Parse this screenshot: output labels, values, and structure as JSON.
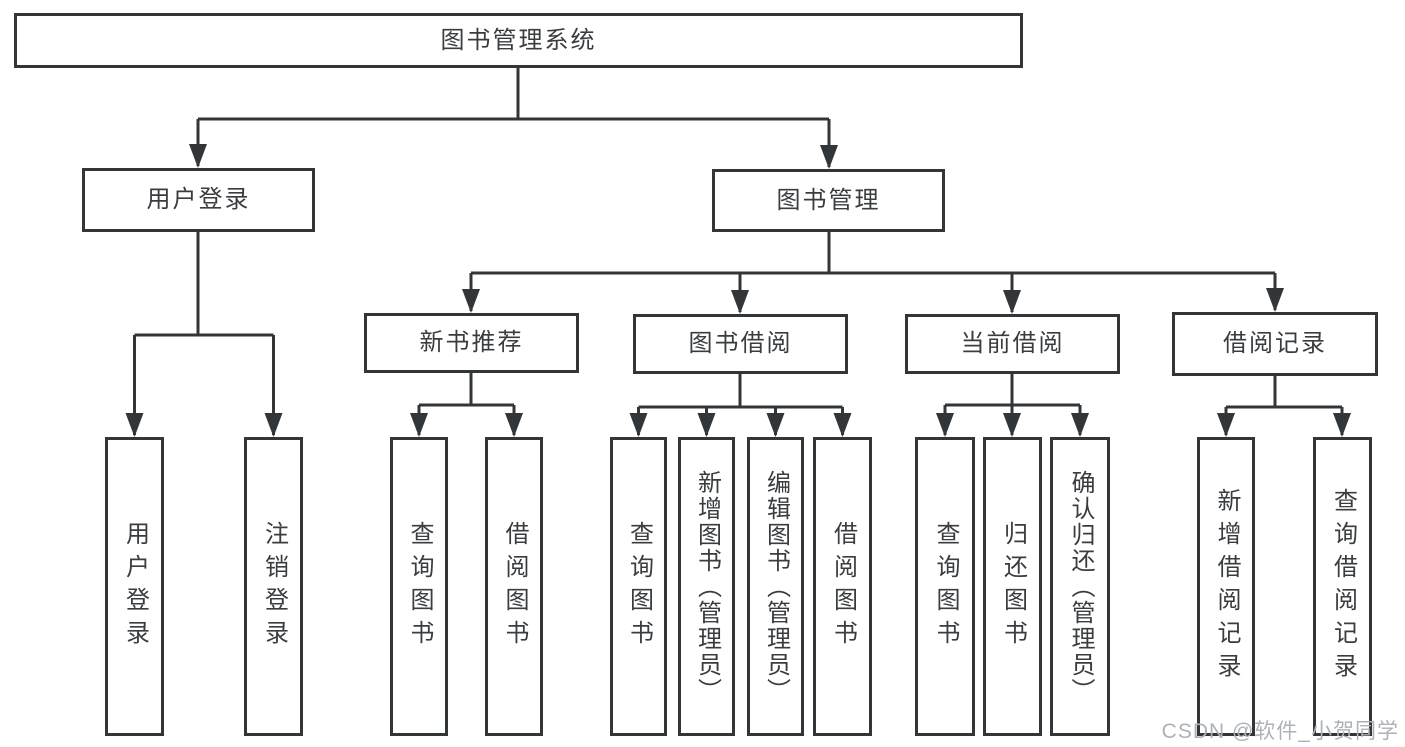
{
  "diagram_title": "图书管理系统",
  "watermark": "CSDN @软件_小贺同学",
  "colors": {
    "line": "#333639",
    "node_border": "#333639",
    "node_fill": "#ffffff",
    "node_text": "#3a3d40",
    "watermark_color": "#aeb2b6",
    "background": "#ffffff"
  },
  "tree": {
    "label": "图书管理系统",
    "children": [
      {
        "label": "用户登录",
        "children": [
          {
            "label": "用户登录"
          },
          {
            "label": "注销登录"
          }
        ]
      },
      {
        "label": "图书管理",
        "children": [
          {
            "label": "新书推荐",
            "children": [
              {
                "label": "查询图书"
              },
              {
                "label": "借阅图书"
              }
            ]
          },
          {
            "label": "图书借阅",
            "children": [
              {
                "label": "查询图书"
              },
              {
                "label": "新增图书（管理员）"
              },
              {
                "label": "编辑图书（管理员）"
              },
              {
                "label": "借阅图书"
              }
            ]
          },
          {
            "label": "当前借阅",
            "children": [
              {
                "label": "查询图书"
              },
              {
                "label": "归还图书"
              },
              {
                "label": "确认归还（管理员）"
              }
            ]
          },
          {
            "label": "借阅记录",
            "children": [
              {
                "label": "新增借阅记录"
              },
              {
                "label": "查询借阅记录"
              }
            ]
          }
        ]
      }
    ]
  }
}
